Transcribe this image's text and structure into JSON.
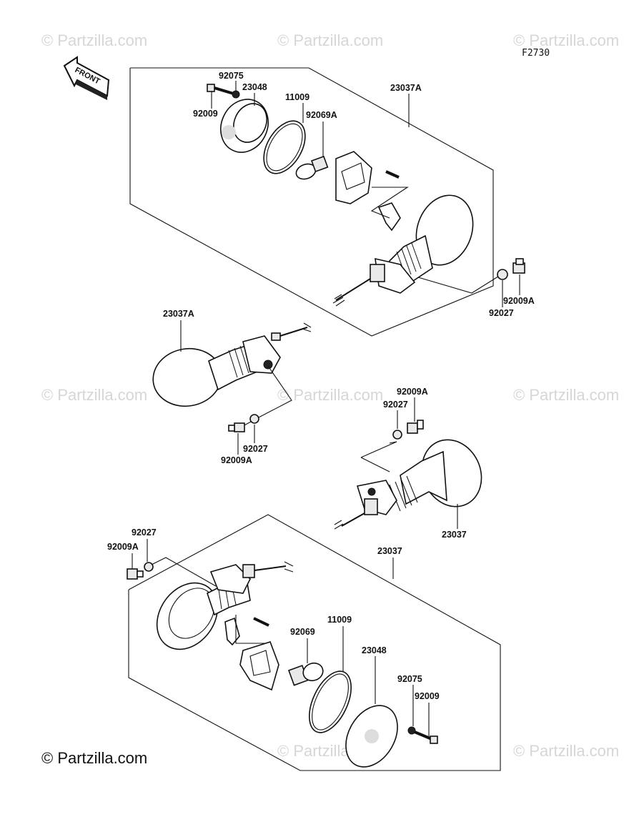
{
  "watermark_text": "© Partzilla.com",
  "copyright": "© Partzilla.com",
  "figure_code": "F2730",
  "front_label": "FRONT",
  "labels": {
    "a_92075": "92075",
    "a_23048": "23048",
    "a_92009": "92009",
    "a_11009": "11009",
    "a_92069A": "92069A",
    "a_23037A": "23037A",
    "a_92027": "92027",
    "a_92009A": "92009A",
    "b_23037A": "23037A",
    "b_92027": "92027",
    "b_92009A": "92009A",
    "c_92009A": "92009A",
    "c_92027": "92027",
    "c_23037": "23037",
    "d_92027": "92027",
    "d_92009A": "92009A",
    "d_23037": "23037",
    "d_11009": "11009",
    "d_92069": "92069",
    "d_23048": "23048",
    "d_92075": "92075",
    "d_92009": "92009"
  }
}
